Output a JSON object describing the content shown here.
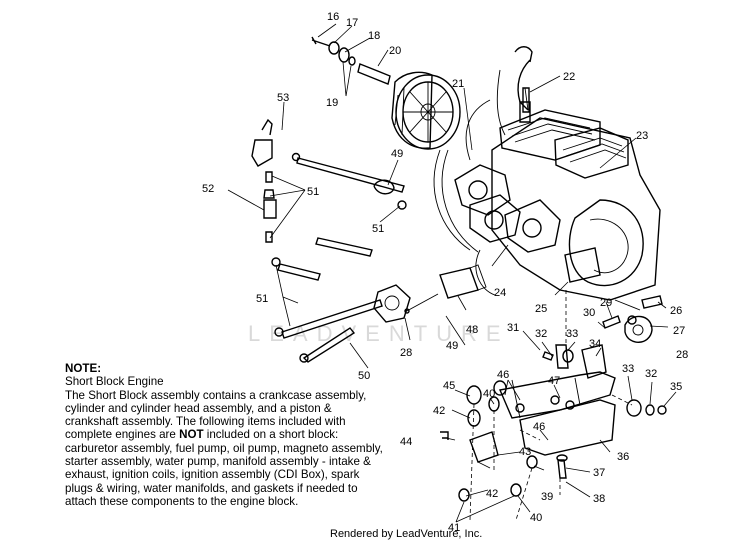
{
  "watermark": "LEADVENTURE",
  "callouts": [
    {
      "id": "16",
      "label": "16"
    },
    {
      "id": "17",
      "label": "17"
    },
    {
      "id": "18",
      "label": "18"
    },
    {
      "id": "19",
      "label": "19"
    },
    {
      "id": "20",
      "label": "20"
    },
    {
      "id": "21",
      "label": "21"
    },
    {
      "id": "22",
      "label": "22"
    },
    {
      "id": "23",
      "label": "23"
    },
    {
      "id": "24",
      "label": "24"
    },
    {
      "id": "25",
      "label": "25"
    },
    {
      "id": "26",
      "label": "26"
    },
    {
      "id": "27",
      "label": "27"
    },
    {
      "id": "28a",
      "label": "28"
    },
    {
      "id": "28b",
      "label": "28"
    },
    {
      "id": "29",
      "label": "29"
    },
    {
      "id": "30",
      "label": "30"
    },
    {
      "id": "31",
      "label": "31"
    },
    {
      "id": "32a",
      "label": "32"
    },
    {
      "id": "32b",
      "label": "32"
    },
    {
      "id": "33a",
      "label": "33"
    },
    {
      "id": "33b",
      "label": "33"
    },
    {
      "id": "34",
      "label": "34"
    },
    {
      "id": "35",
      "label": "35"
    },
    {
      "id": "36",
      "label": "36"
    },
    {
      "id": "37",
      "label": "37"
    },
    {
      "id": "38",
      "label": "38"
    },
    {
      "id": "39",
      "label": "39"
    },
    {
      "id": "40a",
      "label": "40"
    },
    {
      "id": "40b",
      "label": "40"
    },
    {
      "id": "41",
      "label": "41"
    },
    {
      "id": "42a",
      "label": "42"
    },
    {
      "id": "42b",
      "label": "42"
    },
    {
      "id": "43",
      "label": "43"
    },
    {
      "id": "44",
      "label": "44"
    },
    {
      "id": "45",
      "label": "45"
    },
    {
      "id": "46a",
      "label": "46"
    },
    {
      "id": "46b",
      "label": "46"
    },
    {
      "id": "47",
      "label": "47"
    },
    {
      "id": "48",
      "label": "48"
    },
    {
      "id": "49a",
      "label": "49"
    },
    {
      "id": "49b",
      "label": "49"
    },
    {
      "id": "50",
      "label": "50"
    },
    {
      "id": "51a",
      "label": "51"
    },
    {
      "id": "51b",
      "label": "51"
    },
    {
      "id": "51c",
      "label": "51"
    },
    {
      "id": "52",
      "label": "52"
    },
    {
      "id": "53",
      "label": "53"
    }
  ],
  "note": {
    "title": "NOTE:",
    "subtitle": "Short Block Engine",
    "body_before_bold": "The Short Block assembly contains a crankcase assembly, cylinder and cylinder head assembly, and a piston & crankshaft assembly.  The following items included with complete engines are ",
    "body_bold": "NOT",
    "body_after_bold": " included on a short block:  carburetor assembly, fuel pump, oil pump, magneto assembly, starter assembly, water pump, manifold assembly - intake & exhaust, ignition coils, ignition assembly (CDI Box), spark plugs & wiring, water manifolds, and gaskets if needed to attach these components to the engine block."
  },
  "credit": "Rendered by LeadVenture, Inc."
}
